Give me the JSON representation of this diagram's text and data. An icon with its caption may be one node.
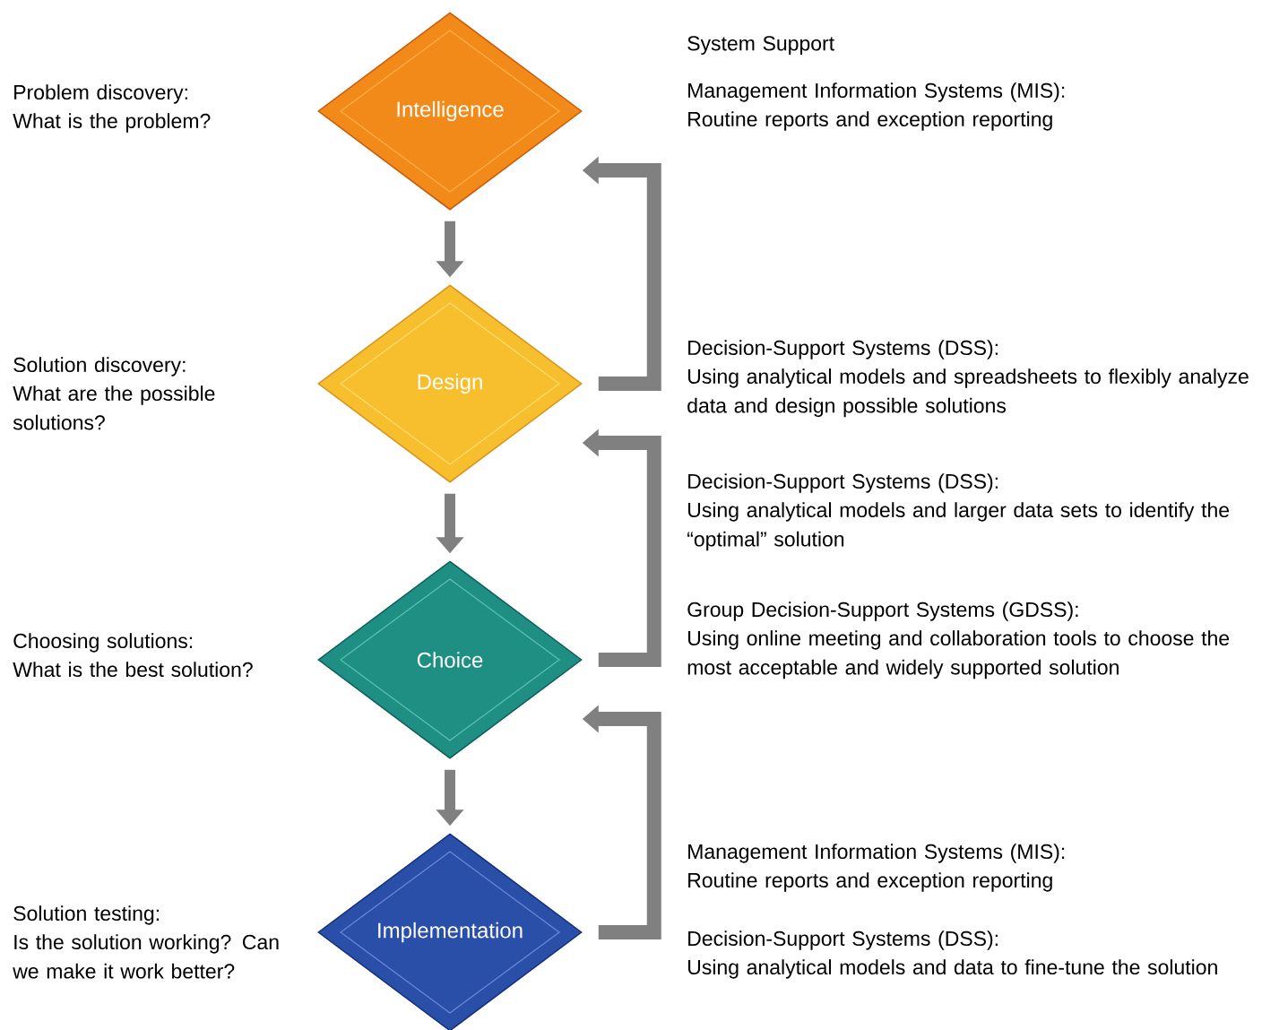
{
  "diagram": {
    "nodes": [
      {
        "text": [
          "Intelligence"
        ],
        "beside": [
          "Problem discovery:",
          "What is the problem?"
        ]
      },
      {
        "text": [
          "Design"
        ],
        "beside": [
          "Solution discovery:",
          "What are the possible solutions?"
        ]
      },
      {
        "text": [
          "Choice"
        ],
        "beside": [
          "Choosing solutions:",
          "What is the best solution?"
        ]
      },
      {
        "text": [
          "Implementation"
        ],
        "beside": [
          "Solution testing:",
          "Is the solution working? Can we make it work better?"
        ]
      }
    ],
    "edges": [
      {
        "from": 0,
        "to": 1,
        "arrow": "to"
      },
      {
        "from": 1,
        "to": 2,
        "arrow": "to"
      },
      {
        "from": 2,
        "to": 3,
        "arrow": "to"
      },
      {
        "from": 1,
        "to": 0,
        "arrow": "to"
      },
      {
        "from": 2,
        "to": 1,
        "arrow": "to"
      },
      {
        "from": 3,
        "to": 2,
        "arrow": "to"
      }
    ],
    "labels": [
      "System Support",
      "Management Information Systems (MIS):",
      "Routine reports and exception reporting",
      "Decision-Support Systems (DSS):",
      "Using analytical models and spreadsheets to flexibly analyze data and design possible solutions",
      "Decision-Support Systems (DSS):",
      "Using analytical models and larger data sets to identify the “optimal” solution",
      "Group Decision-Support Systems (GDSS):",
      "Using online meeting and collaboration tools to choose the most acceptable and widely supported solution",
      "Management Information Systems (MIS):",
      "Routine reports and exception reporting",
      "Decision-Support Systems (DSS):",
      "Using analytical models and data to fine-tune the solution"
    ]
  }
}
